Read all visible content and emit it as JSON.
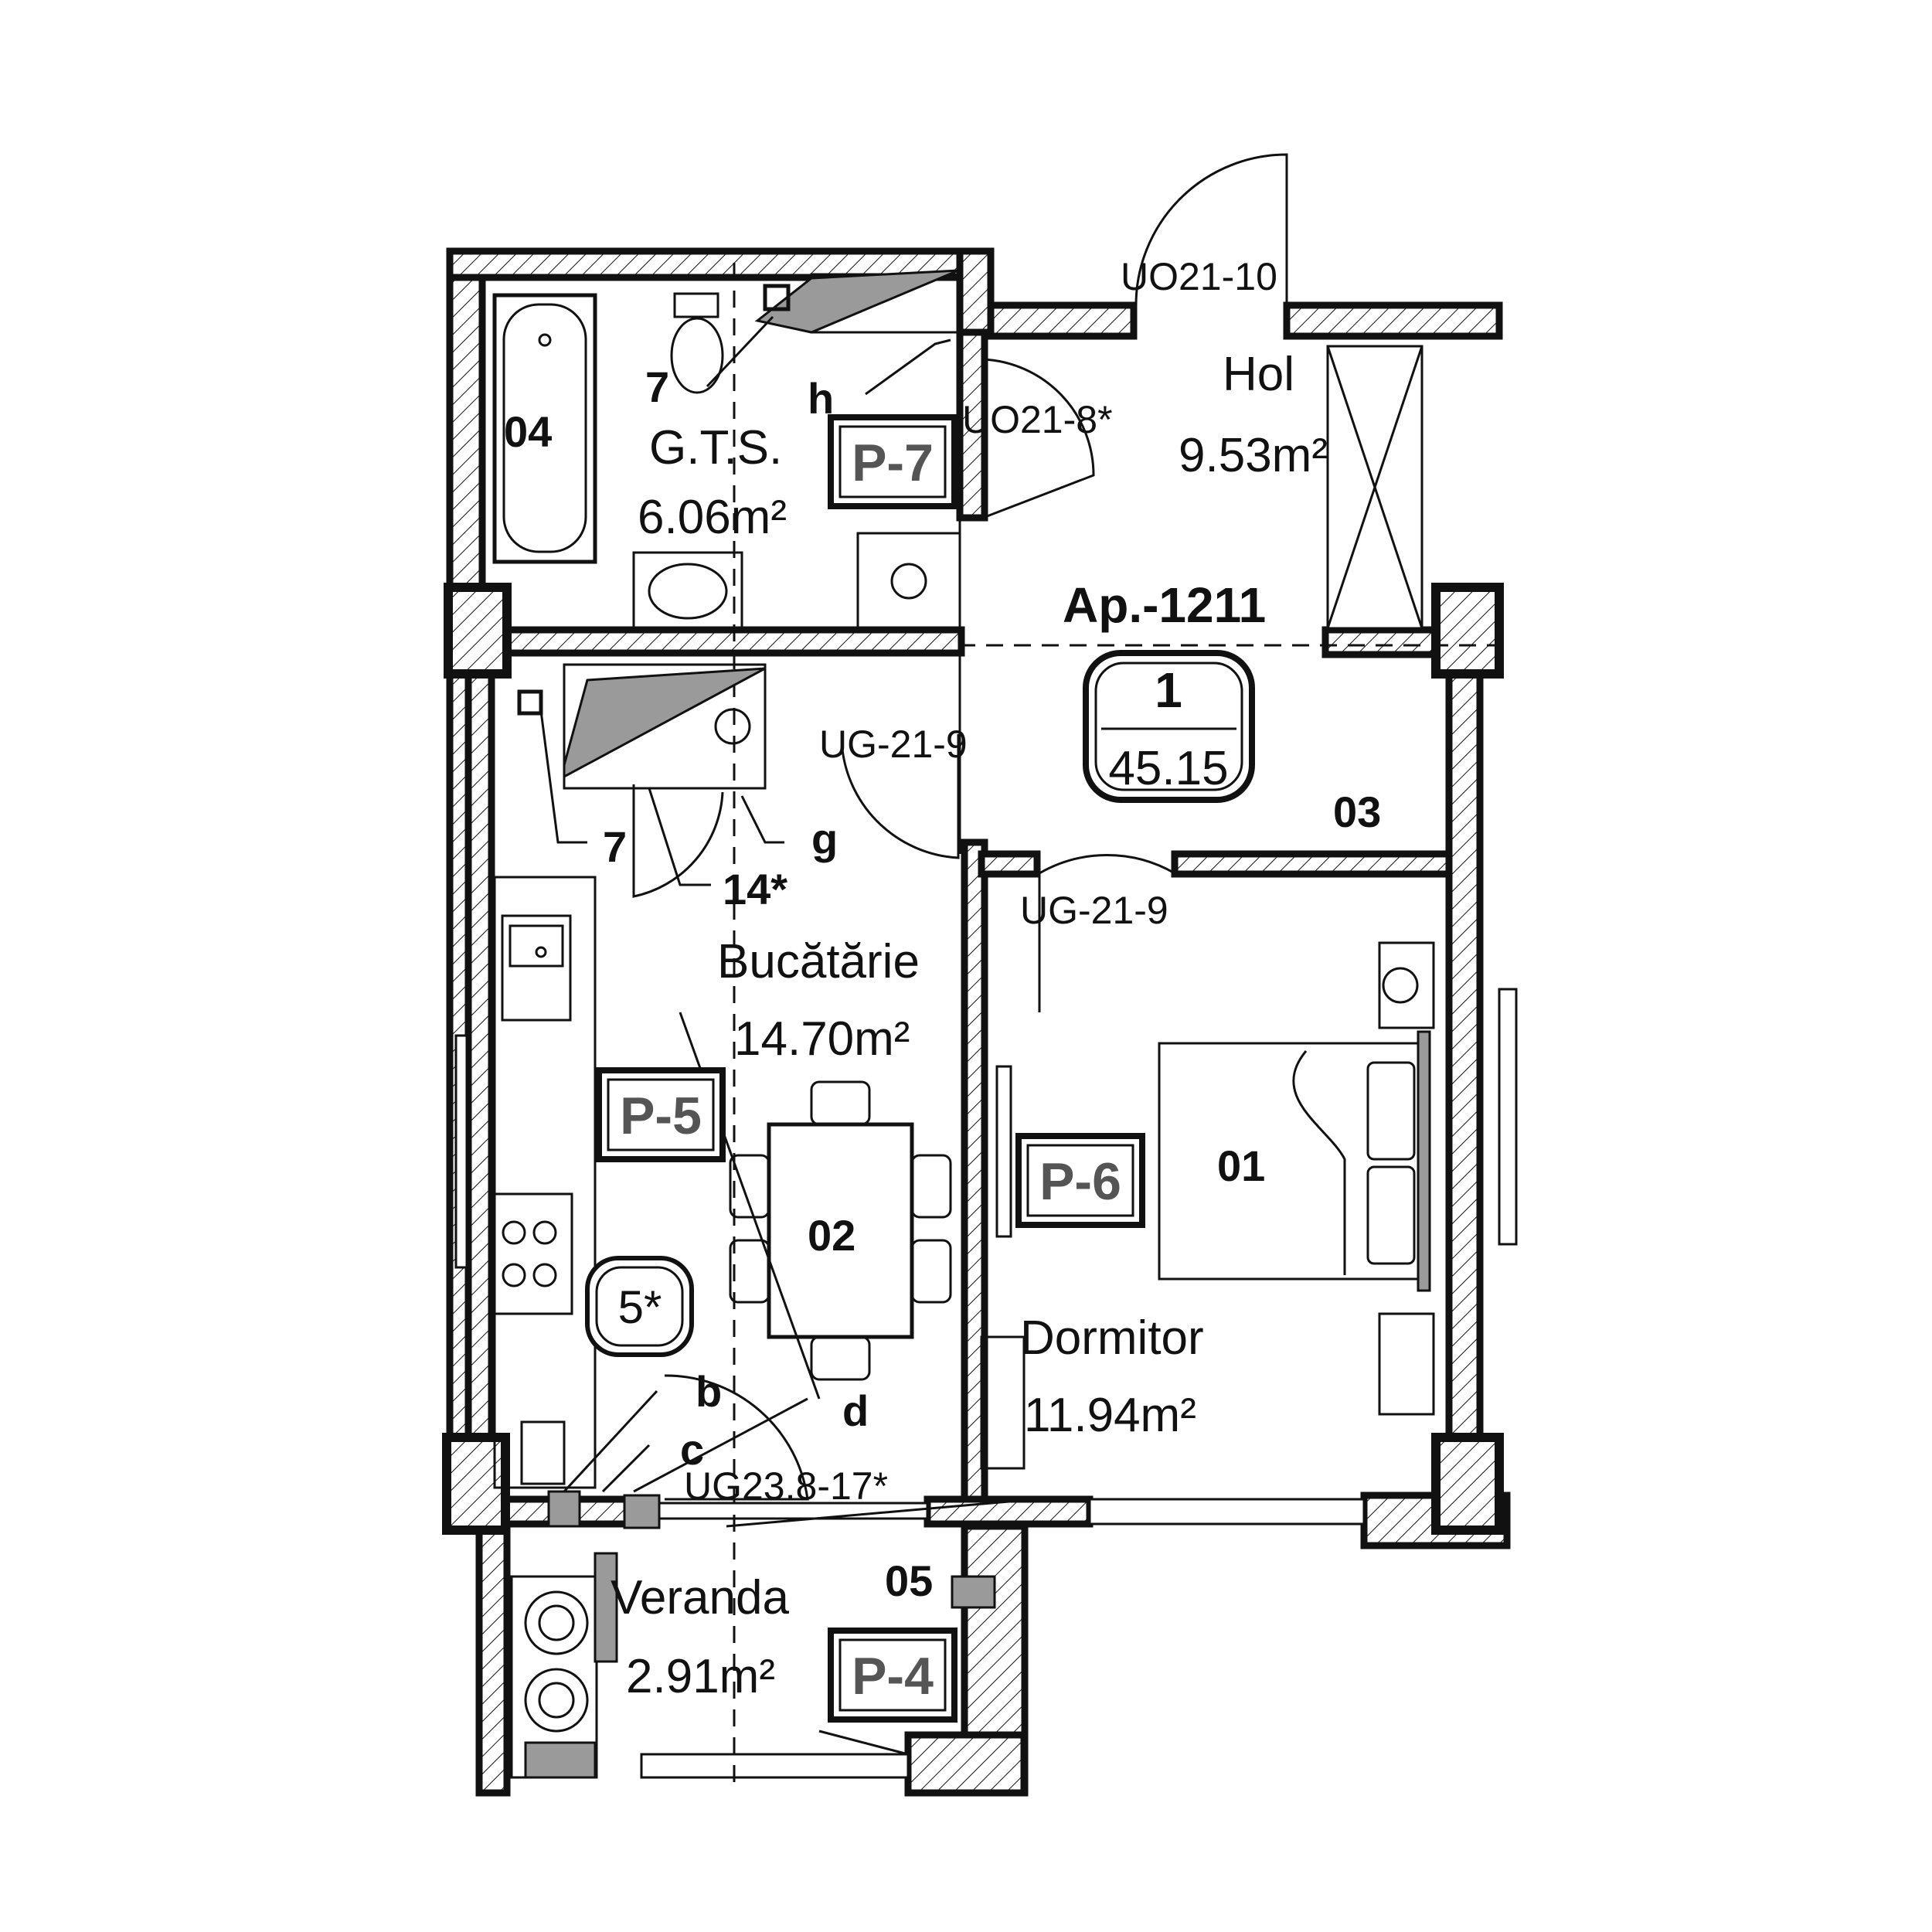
{
  "apartment": {
    "title": "Ap.-1211",
    "badge_top": "1",
    "badge_bottom": "45.15"
  },
  "rooms": [
    {
      "key": "bedroom",
      "code": "01",
      "name": "Dormitor",
      "area": "11.94m²"
    },
    {
      "key": "kitchen",
      "code": "02",
      "name": "Bucătărie",
      "area": "14.70m²"
    },
    {
      "key": "hall",
      "code": "03",
      "name": "Hol",
      "area": "9.53m²"
    },
    {
      "key": "bathroom",
      "code": "04",
      "name": "G.T.S.",
      "area": "6.06m²"
    },
    {
      "key": "veranda",
      "code": "05",
      "name": "Veranda",
      "area": "2.91m²"
    }
  ],
  "tags": [
    "P-7",
    "P-5",
    "P-6",
    "P-4",
    "5*"
  ],
  "door_labels": [
    "UO21-10",
    "UO21-8*",
    "UG-21-9",
    "UG-21-9",
    "UG23.8-17*"
  ],
  "markers": [
    "7",
    "h",
    "7",
    "g",
    "14*",
    "b",
    "c",
    "d"
  ]
}
